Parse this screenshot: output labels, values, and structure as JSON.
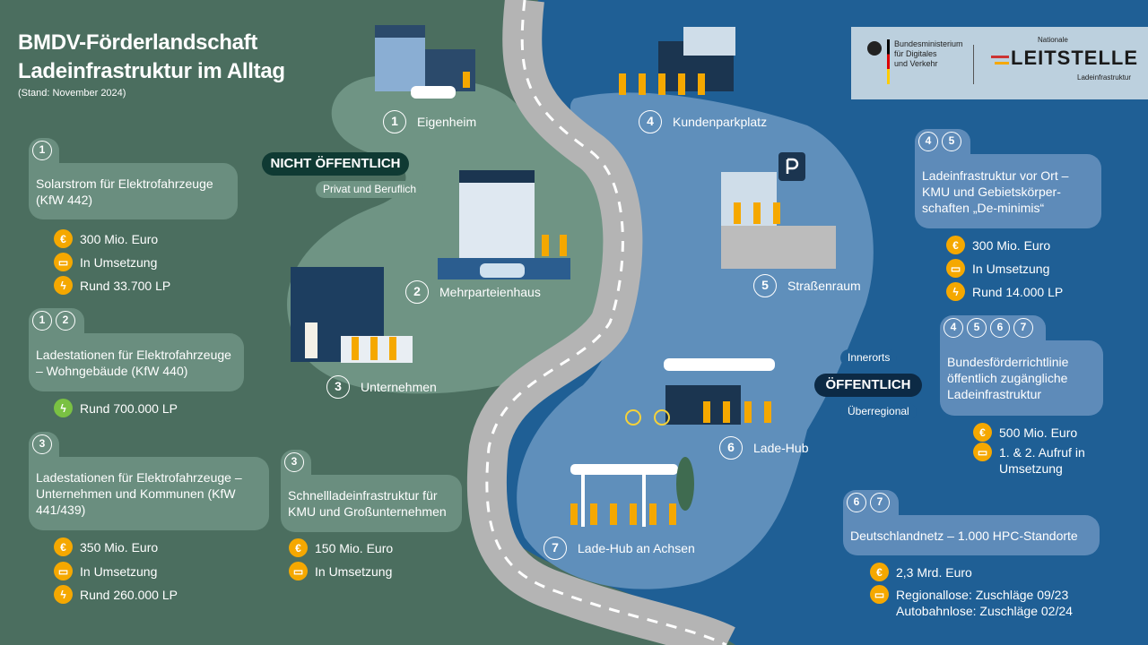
{
  "header": {
    "title_line1": "BMDV-Förderlandschaft",
    "title_line2": "Ladeinfrastruktur im Alltag",
    "date": "(Stand: November 2024)"
  },
  "logos": {
    "ministry": [
      "Bundesministerium",
      "für Digitales",
      "und Verkehr"
    ],
    "leitstelle_top": "Nationale",
    "leitstelle_main": "LEITSTELLE",
    "leitstelle_sub": "Ladeinfrastruktur"
  },
  "zones": {
    "private": {
      "label": "NICHT ÖFFENTLICH",
      "sub": "Privat und Beruflich"
    },
    "public": {
      "label": "ÖFFENTLICH",
      "sub_top": "Innerorts",
      "sub_bottom": "Überregional"
    }
  },
  "locations": [
    {
      "num": "1",
      "label": "Eigenheim"
    },
    {
      "num": "2",
      "label": "Mehrparteienhaus"
    },
    {
      "num": "3",
      "label": "Unternehmen"
    },
    {
      "num": "4",
      "label": "Kundenparkplatz"
    },
    {
      "num": "5",
      "label": "Straßenraum"
    },
    {
      "num": "6",
      "label": "Lade-Hub"
    },
    {
      "num": "7",
      "label": "Lade-Hub an Achsen"
    }
  ],
  "programs": [
    {
      "badges": [
        "1"
      ],
      "title": "Solarstrom für Elektrofahrzeuge (KfW 442)",
      "facts": [
        {
          "icon": "euro-icon",
          "text": "300 Mio. Euro"
        },
        {
          "icon": "calendar-icon",
          "text": "In Umsetzung"
        },
        {
          "icon": "bolt-icon",
          "text": "Rund 33.700 LP"
        }
      ]
    },
    {
      "badges": [
        "1",
        "2"
      ],
      "title": "Ladestationen für Elektrofahr­zeuge – Wohngebäude (KfW 440)",
      "facts": [
        {
          "icon": "bolt-icon",
          "text": "Rund 700.000 LP",
          "color": "#7ac143"
        }
      ]
    },
    {
      "badges": [
        "3"
      ],
      "title": "Ladestationen für Elektrofahrzeuge – Unternehmen und Kommunen (KfW 441/439)",
      "facts": [
        {
          "icon": "euro-icon",
          "text": "350 Mio. Euro"
        },
        {
          "icon": "calendar-icon",
          "text": "In Umsetzung"
        },
        {
          "icon": "bolt-icon",
          "text": "Rund 260.000 LP"
        }
      ]
    },
    {
      "badges": [
        "3"
      ],
      "title": "Schnellladeinfrastruktur für KMU und Großunternehmen",
      "facts": [
        {
          "icon": "euro-icon",
          "text": "150 Mio. Euro"
        },
        {
          "icon": "calendar-icon",
          "text": "In Umsetzung"
        }
      ]
    },
    {
      "badges": [
        "4",
        "5"
      ],
      "title": "Ladeinfrastruktur vor Ort – KMU und Gebietskörper­schaften „De-minimis“",
      "facts": [
        {
          "icon": "euro-icon",
          "text": "300 Mio. Euro"
        },
        {
          "icon": "calendar-icon",
          "text": "In Umsetzung"
        },
        {
          "icon": "bolt-icon",
          "text": "Rund 14.000 LP"
        }
      ]
    },
    {
      "badges": [
        "4",
        "5",
        "6",
        "7"
      ],
      "title": "Bundesförderrichtlinie öffentlich zugängliche Ladeinfrastruktur",
      "facts": [
        {
          "icon": "euro-icon",
          "text": "500 Mio. Euro"
        },
        {
          "icon": "calendar-icon",
          "text": "1. & 2. Aufruf in Umsetzung"
        }
      ]
    },
    {
      "badges": [
        "6",
        "7"
      ],
      "title": "Deutschlandnetz – 1.000 HPC-Standorte",
      "facts": [
        {
          "icon": "euro-icon",
          "text": "2,3 Mrd. Euro"
        },
        {
          "icon": "calendar-icon",
          "text": "Regionallose: Zuschläge 09/23 Autobahnlose: Zuschläge 02/24"
        }
      ]
    }
  ],
  "colors": {
    "green_bg": "#4b6e5f",
    "green_blob": "#6f9484",
    "blue_bg": "#1f5f95",
    "blue_blob": "#5f8fbb",
    "accent": "#f5a800"
  }
}
